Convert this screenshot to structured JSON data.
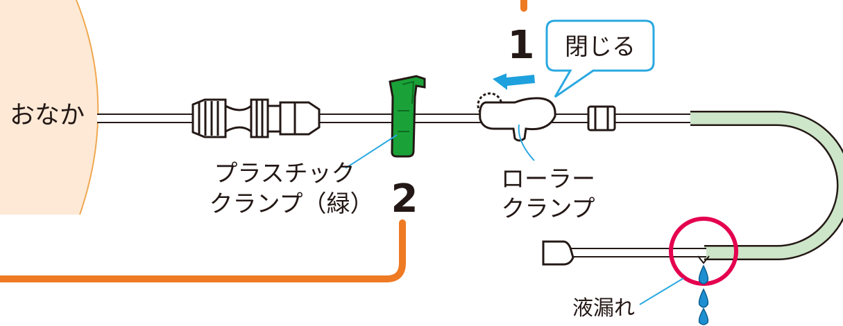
{
  "labels": {
    "abdomen": "おなか",
    "step1_number": "1",
    "step1_callout": "閉じる",
    "step2_number": "2",
    "plastic_clamp_line1": "プラスチック",
    "plastic_clamp_line2": "クランプ（緑）",
    "roller_clamp_line1": "ローラー",
    "roller_clamp_line2": "クランプ",
    "leak": "液漏れ"
  },
  "colors": {
    "abdomen_fill": "#fde9d6",
    "abdomen_edge": "#f0a850",
    "orange_path": "#ee7a23",
    "blue_arrow": "#1ea1dd",
    "callout_border": "#29a8e0",
    "green_clamp": "#1aa238",
    "green_tube": "#cde5c8",
    "leak_circle": "#e4004f",
    "drop_blue": "#1e8fd1",
    "line": "#231815"
  },
  "icons": [
    "abdomen-shape",
    "connector-icon",
    "plastic-clamp-icon",
    "roller-clamp-icon",
    "direction-arrow-icon",
    "leak-circle-icon",
    "drop-icon"
  ]
}
